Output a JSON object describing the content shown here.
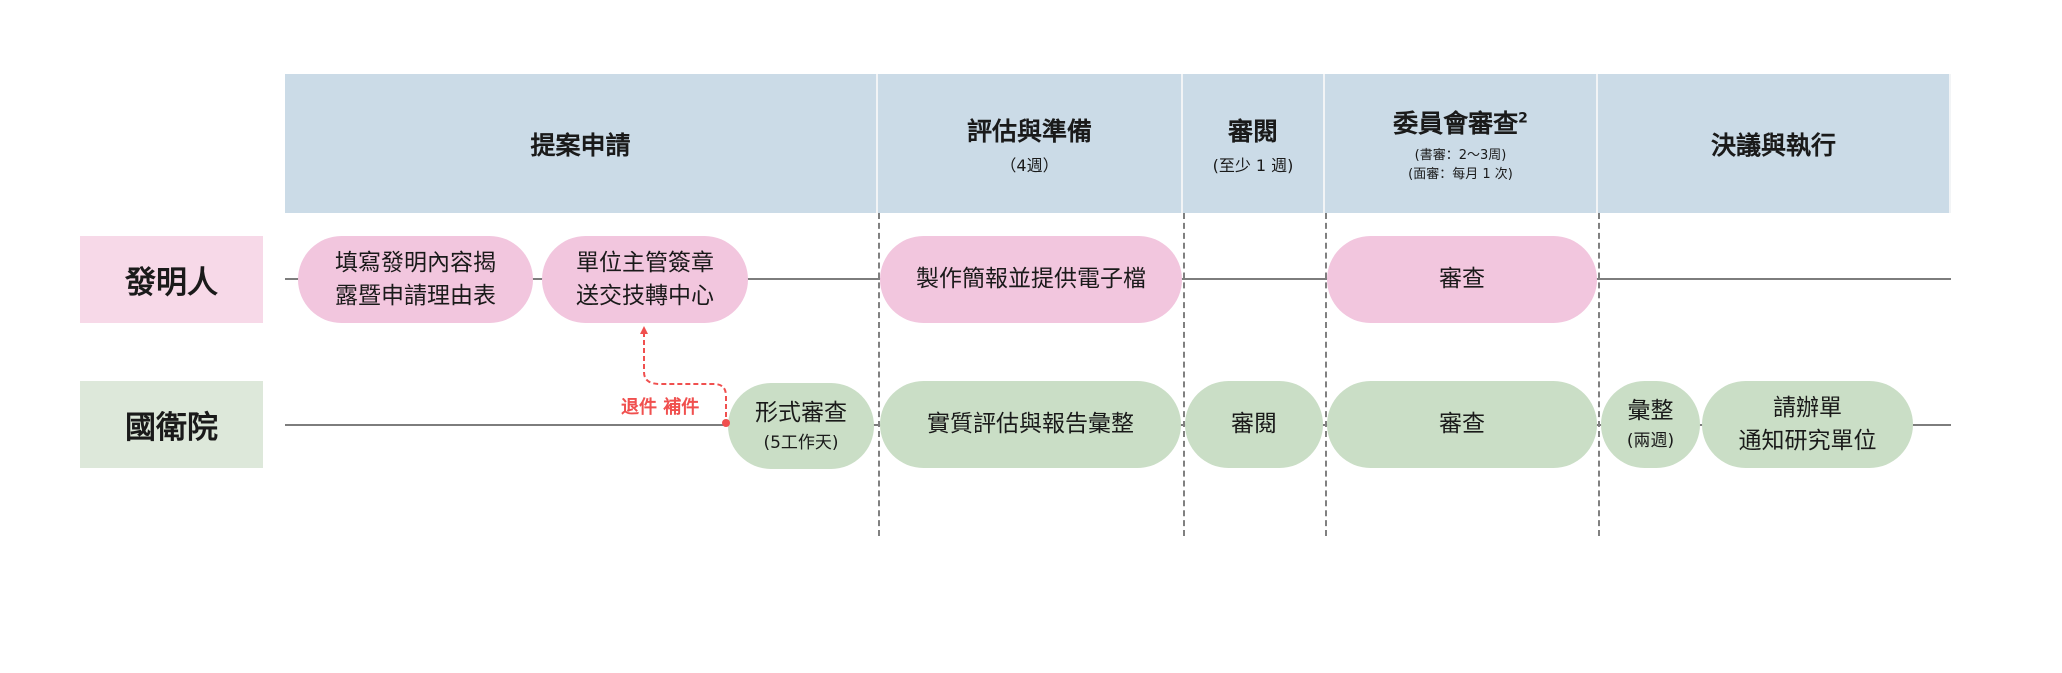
{
  "phases": [
    {
      "title": "提案申請",
      "sub": ""
    },
    {
      "title": "評估與準備",
      "sub": "（4週）"
    },
    {
      "title": "審閱",
      "sub": "(至少 1 週)"
    },
    {
      "title": "委員會審查",
      "sup": "2",
      "sub_lines": [
        "(書審：2～3周)",
        "(面審：每月 1 次)"
      ]
    },
    {
      "title": "決議與執行",
      "sub": ""
    }
  ],
  "lanes": {
    "inventor": "發明人",
    "nhri": "國衛院"
  },
  "inventor_steps": [
    {
      "lines": [
        "填寫發明內容揭",
        "露暨申請理由表"
      ]
    },
    {
      "lines": [
        "單位主管簽章",
        "送交技轉中心"
      ]
    },
    {
      "lines": [
        "製作簡報並提供電子檔"
      ]
    },
    {
      "lines": [
        "審查"
      ]
    }
  ],
  "nhri_steps": [
    {
      "lines": [
        "形式審查"
      ],
      "note": "(5工作天)"
    },
    {
      "lines": [
        "實質評估與報告彙整"
      ]
    },
    {
      "lines": [
        "審閱"
      ]
    },
    {
      "lines": [
        "審查"
      ]
    },
    {
      "lines": [
        "彙整"
      ],
      "note": "(兩週)"
    },
    {
      "lines": [
        "請辦單",
        "通知研究單位"
      ]
    }
  ],
  "return_label": "退件 補件",
  "colors": {
    "header": "#cbdbe7",
    "inventor_lane": "#f7d9e8",
    "nhri_lane": "#dde8da",
    "inventor_pill": "#f2c6de",
    "nhri_pill": "#cadec6",
    "return": "#f0504f"
  }
}
